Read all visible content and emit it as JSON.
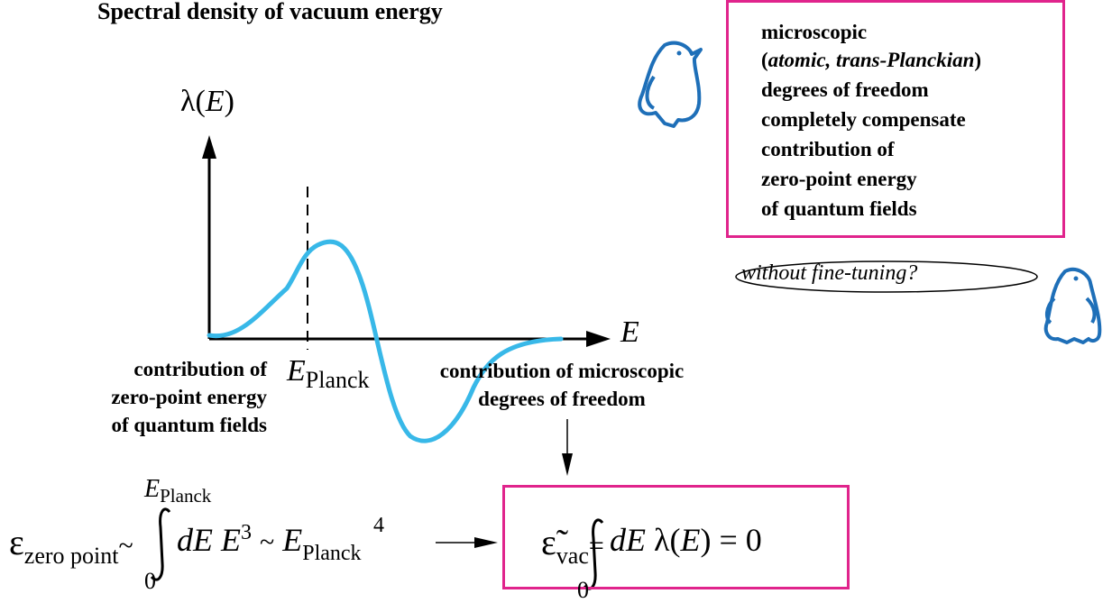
{
  "title": "Spectral density of vacuum energy",
  "axes": {
    "y_label_sym": "λ(",
    "y_label_var": "E",
    "y_label_close": ")",
    "x_label": "E",
    "planck_E": "E",
    "planck_sub": "Planck"
  },
  "box_lines": [
    "microscopic",
    "(atomic, trans-Planckian)",
    "degrees of freedom",
    "completely compensate",
    "contribution of",
    "zero-point energy",
    "of quantum fields"
  ],
  "ellipse_text": "without fine-tuning?",
  "left_contribution": [
    "contribution of",
    "zero-point energy",
    "of quantum fields"
  ],
  "right_contribution": [
    "contribution of microscopic",
    "degrees of freedom"
  ],
  "formula_left": {
    "epsilon": "ε",
    "sub": "zero point",
    "tilde": "~",
    "upper_E": "E",
    "upper_sub": "Planck",
    "lower": "0",
    "integrand": "dE E",
    "power": "3",
    "tilde2": "~ E",
    "sub2": "Planck",
    "power2": "4"
  },
  "formula_right": {
    "epsilon": "ε̃",
    "sub": "vac",
    "eq": "=",
    "lower": "0",
    "integrand": "dE λ(E) = 0"
  },
  "colors": {
    "curve": "#38b8e8",
    "box": "#e0248c",
    "penguin": "#1e6fb8"
  }
}
